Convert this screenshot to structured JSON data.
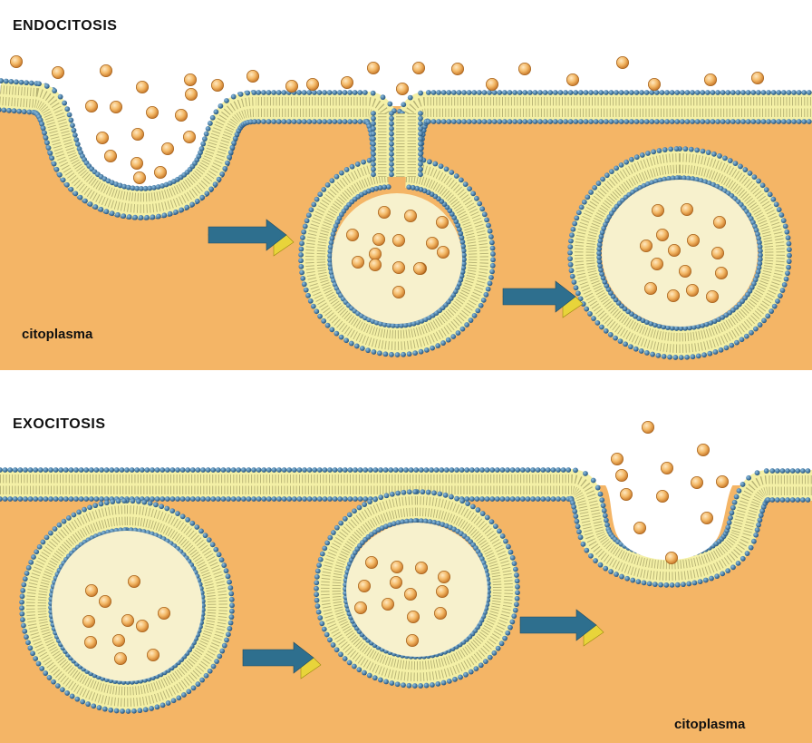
{
  "sections": {
    "endocytosis": {
      "title": "ENDOCITOSIS",
      "region_label": "citoplasma"
    },
    "exocytosis": {
      "title": "EXOCITOSIS",
      "region_label": "citoplasma"
    }
  },
  "colors": {
    "cytoplasm": "#f4b566",
    "membrane_core": "#f4f0a6",
    "lipid_head": "#3b78a8",
    "lipid_head_dark": "#1f4f7a",
    "lipid_tail": "#a8a46a",
    "vesicle_lumen": "#f7f1cd",
    "particle": "#f0b060",
    "particle_rim": "#a8651f",
    "arrow_top": "#2e6f8e",
    "arrow_side": "#e8d43a",
    "extracellular": "#ffffff"
  },
  "icons": {
    "arrow": "arrow-right-icon",
    "particle": "molecule-icon"
  }
}
